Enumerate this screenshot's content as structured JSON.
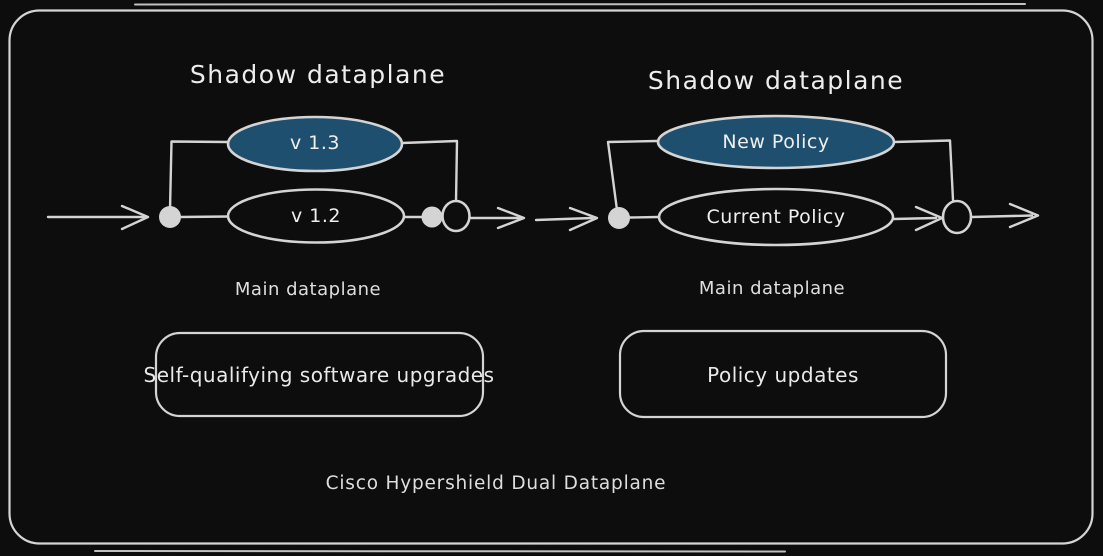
{
  "colors": {
    "background": "#0d0d0d",
    "stroke": "#d4d4d4",
    "text": "#e8e8e8",
    "accent_blue": "#1e4f6e"
  },
  "left_diagram": {
    "title": "Shadow dataplane",
    "shadow_node_label": "v 1.3",
    "main_node_label": "v 1.2",
    "main_label": "Main dataplane",
    "box_label": "Self-qualifying software upgrades"
  },
  "right_diagram": {
    "title": "Shadow dataplane",
    "shadow_node_label": "New Policy",
    "main_node_label": "Current Policy",
    "main_label": "Main dataplane",
    "box_label": "Policy updates"
  },
  "caption": "Cisco Hypershield Dual Dataplane"
}
